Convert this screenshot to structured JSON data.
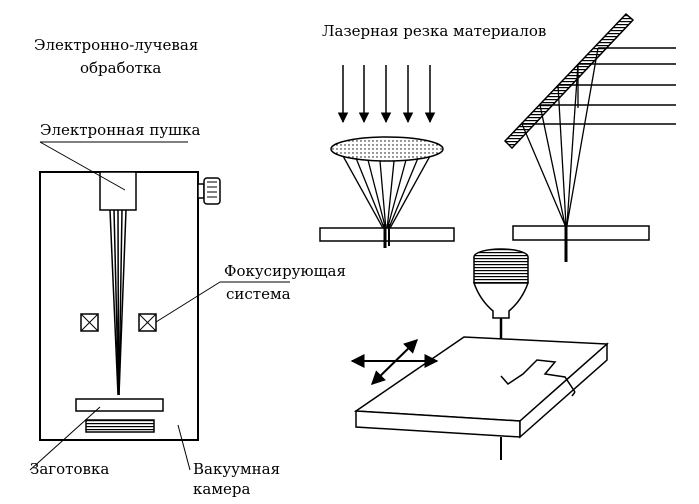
{
  "labels": {
    "ebeam_title_1": "Электронно-лучевая",
    "ebeam_title_2": "обработка",
    "laser_title": "Лазерная резка материалов",
    "electron_gun": "Электронная пушка",
    "focusing_1": "Фокусирующая",
    "focusing_2": "система",
    "workpiece": "Заготовка",
    "vacuum_1": "Вакуумная",
    "vacuum_2": "камера"
  },
  "colors": {
    "ink": "#000000",
    "background": "#ffffff"
  }
}
